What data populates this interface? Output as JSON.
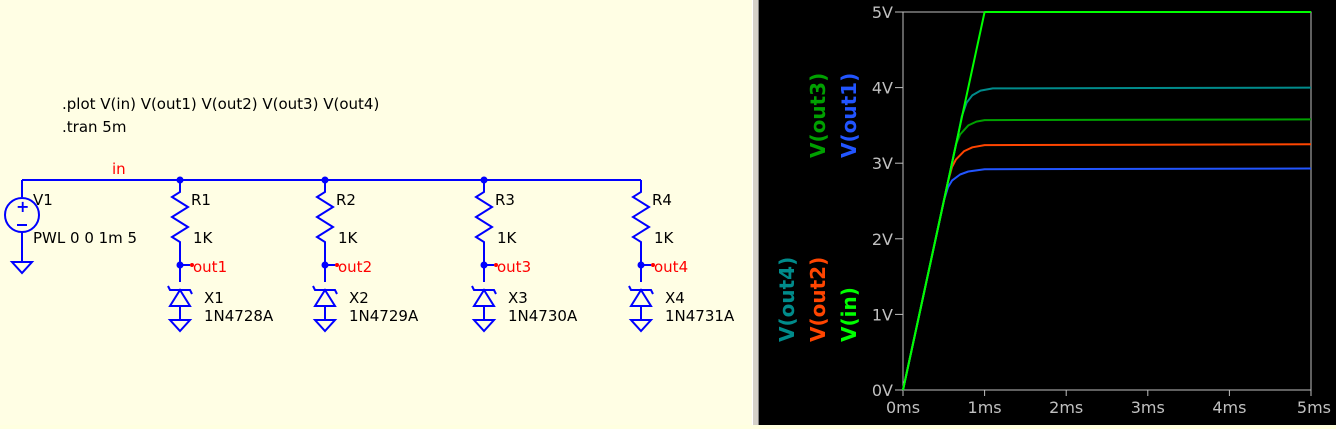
{
  "schematic": {
    "directives": [
      ".plot V(in) V(out1) V(out2) V(out3) V(out4)",
      ".tran 5m"
    ],
    "source": {
      "name": "V1",
      "value": "PWL 0 0 1m 5"
    },
    "input_net_label": "in",
    "stages": [
      {
        "resistor": "R1",
        "resistor_value": "1K",
        "net": "out1",
        "diode": "X1",
        "diode_model": "1N4728A"
      },
      {
        "resistor": "R2",
        "resistor_value": "1K",
        "net": "out2",
        "diode": "X2",
        "diode_model": "1N4729A"
      },
      {
        "resistor": "R3",
        "resistor_value": "1K",
        "net": "out3",
        "diode": "X3",
        "diode_model": "1N4730A"
      },
      {
        "resistor": "R4",
        "resistor_value": "1K",
        "net": "out4",
        "diode": "X4",
        "diode_model": "1N4731A"
      }
    ],
    "colors": {
      "wire": "#0000ff",
      "net_label": "#ff0000",
      "text": "#000000",
      "background": "#fffee4"
    }
  },
  "plot": {
    "trace_labels": [
      {
        "text": "V(out3)",
        "color": "#00a000"
      },
      {
        "text": "V(out1)",
        "color": "#2255ff"
      },
      {
        "text": "V(out4)",
        "color": "#008b8b"
      },
      {
        "text": "V(out2)",
        "color": "#ff4500"
      },
      {
        "text": "V(in)",
        "color": "#00ff00"
      }
    ]
  },
  "chart_data": {
    "type": "line",
    "x_unit": "ms",
    "y_unit": "V",
    "xlim": [
      0,
      5
    ],
    "ylim": [
      0,
      5
    ],
    "x_ticks": [
      0,
      1,
      2,
      3,
      4,
      5
    ],
    "y_ticks": [
      0,
      1,
      2,
      3,
      4,
      5
    ],
    "x_tick_labels": [
      "0ms",
      "1ms",
      "2ms",
      "3ms",
      "4ms",
      "5ms"
    ],
    "y_tick_labels": [
      "0V",
      "1V",
      "2V",
      "3V",
      "4V",
      "5V"
    ],
    "series": [
      {
        "name": "V(in)",
        "color": "#00ff00",
        "x": [
          0,
          1,
          5
        ],
        "y": [
          0,
          5,
          5
        ]
      },
      {
        "name": "V(out1)",
        "color": "#2255ff",
        "x": [
          0,
          0.5,
          0.55,
          0.6,
          0.7,
          0.8,
          1.0,
          5
        ],
        "y": [
          0,
          2.5,
          2.68,
          2.77,
          2.85,
          2.89,
          2.92,
          2.93
        ]
      },
      {
        "name": "V(out2)",
        "color": "#ff4500",
        "x": [
          0,
          0.55,
          0.6,
          0.65,
          0.75,
          0.85,
          1.0,
          5
        ],
        "y": [
          0,
          2.75,
          2.95,
          3.05,
          3.16,
          3.21,
          3.24,
          3.25
        ]
      },
      {
        "name": "V(out3)",
        "color": "#00a000",
        "x": [
          0,
          0.6,
          0.65,
          0.7,
          0.8,
          0.9,
          1.0,
          5
        ],
        "y": [
          0,
          3.0,
          3.25,
          3.38,
          3.5,
          3.55,
          3.57,
          3.58
        ]
      },
      {
        "name": "V(out4)",
        "color": "#008b8b",
        "x": [
          0,
          0.68,
          0.72,
          0.78,
          0.85,
          0.95,
          1.1,
          5
        ],
        "y": [
          0,
          3.4,
          3.62,
          3.8,
          3.9,
          3.96,
          3.99,
          4.0
        ]
      }
    ],
    "grid": false,
    "colors": {
      "background": "#000000",
      "axis": "#c0c0c0"
    }
  }
}
